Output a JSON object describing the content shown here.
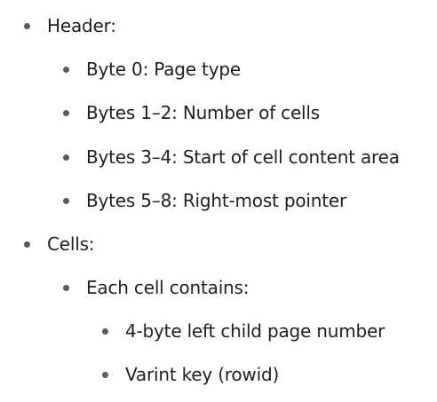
{
  "outline": {
    "header": {
      "label": "Header:",
      "items": [
        "Byte 0: Page type",
        "Bytes 1–2: Number of cells",
        "Bytes 3–4: Start of cell content area",
        "Bytes 5–8: Right-most pointer"
      ]
    },
    "cells": {
      "label": "Cells:",
      "items": [
        {
          "label": "Each cell contains:",
          "items": [
            "4-byte left child page number",
            "Varint key (rowid)"
          ]
        }
      ]
    }
  }
}
